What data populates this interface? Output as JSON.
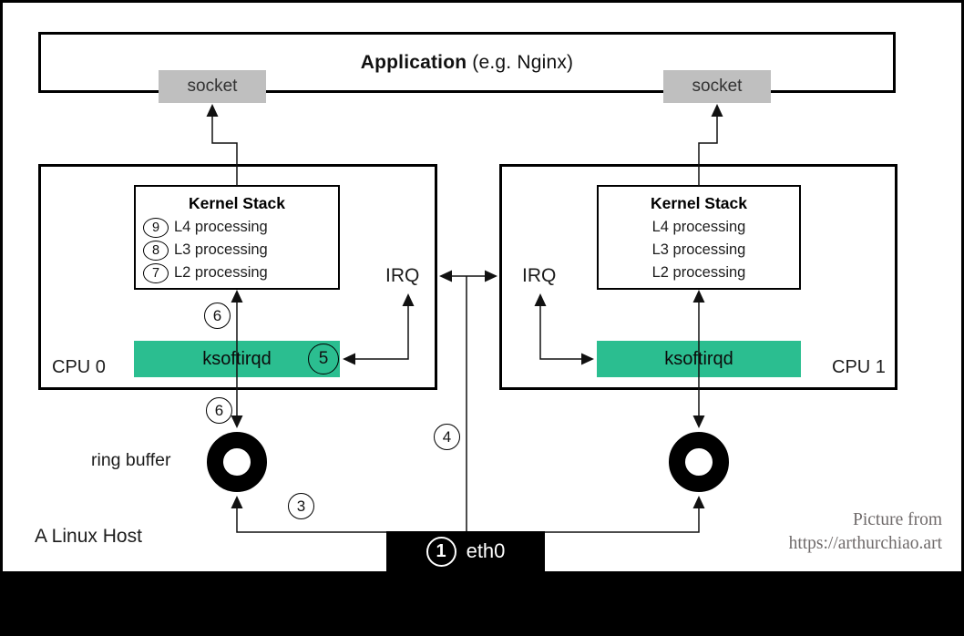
{
  "app": {
    "title_bold": "Application",
    "title_rest": " (e.g. Nginx)"
  },
  "sockets": {
    "left": "socket",
    "right": "socket"
  },
  "kernel_stack": {
    "title": "Kernel Stack",
    "left_rows": [
      {
        "step": "9",
        "label": "L4 processing"
      },
      {
        "step": "8",
        "label": "L3 processing"
      },
      {
        "step": "7",
        "label": "L2 processing"
      }
    ],
    "right_rows": [
      "L4 processing",
      "L3 processing",
      "L2 processing"
    ]
  },
  "ksoftirqd": {
    "left": "ksoftirqd",
    "right": "ksoftirqd"
  },
  "irq": {
    "left": "IRQ",
    "right": "IRQ"
  },
  "cpu": {
    "left": "CPU 0",
    "right": "CPU 1"
  },
  "ring_buffer_label": "ring buffer",
  "host_label": "A Linux Host",
  "eth0": {
    "step": "1",
    "label": "eth0"
  },
  "step_markers": {
    "six_upper": "6",
    "six_lower": "6",
    "three": "3",
    "four": "4",
    "five": "5"
  },
  "attribution": {
    "line1": "Picture from",
    "line2": "https://arthurchiao.art"
  },
  "colors": {
    "ksoftirqd_green": "#2BBE90",
    "socket_gray": "#BFBFBF",
    "line_black": "#111111",
    "attribution_gray": "#6F6A6A",
    "bar_black": "#000000"
  }
}
